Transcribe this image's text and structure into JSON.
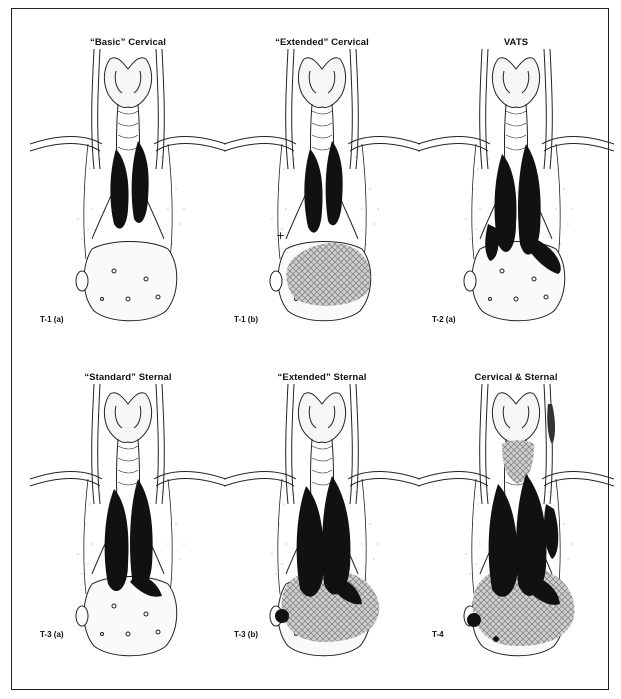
{
  "figure": {
    "panels": [
      {
        "title": "“Basic”  Cervical",
        "code": "T-1 (a)",
        "extent": "basic-cervical"
      },
      {
        "title": "“Extended” Cervical",
        "code": "T-1 (b)",
        "extent": "extended-cervical"
      },
      {
        "title": "VATS",
        "code": "T-2 (a)",
        "extent": "vats"
      },
      {
        "title": "“Standard” Sternal",
        "code": "T-3 (a)",
        "extent": "standard-sternal"
      },
      {
        "title": "“Extended” Sternal",
        "code": "T-3 (b)",
        "extent": "extended-sternal"
      },
      {
        "title": "Cervical & Sternal",
        "code": "T-4",
        "extent": "cervical-sternal"
      }
    ],
    "colors": {
      "node_fill": "#111111",
      "resected_hatch": "#9a9a9a",
      "line": "#222222"
    }
  }
}
